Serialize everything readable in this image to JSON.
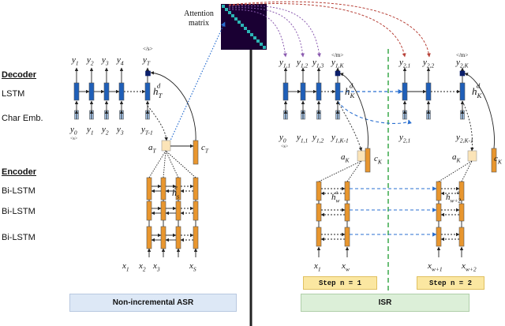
{
  "attention_label": [
    "Attention",
    "matrix"
  ],
  "left_labels": {
    "decoder": "Decoder",
    "lstm": "LSTM",
    "char_emb": "Char Emb.",
    "encoder": "Encoder",
    "bilstm": [
      "Bi-LSTM",
      "Bi-LSTM",
      "Bi-LSTM"
    ]
  },
  "captions": {
    "left": "Non-incremental ASR",
    "right": "ISR",
    "step1": "Step n = 1",
    "step2": "Step n = 2"
  },
  "tokens": {
    "eos": "</s>",
    "sos": "<s>",
    "eom": "</m>"
  },
  "colors": {
    "encoder": "#e8962e",
    "decoder": "#1f5fb8",
    "embed": "#a8c8ec",
    "left_caption_bg": "#dde8f6",
    "right_caption_bg": "#dcefd8",
    "step_bg": "#fbe7a1",
    "attention_matrix": "#1a0033",
    "diagonal": "#2bb5b5"
  }
}
